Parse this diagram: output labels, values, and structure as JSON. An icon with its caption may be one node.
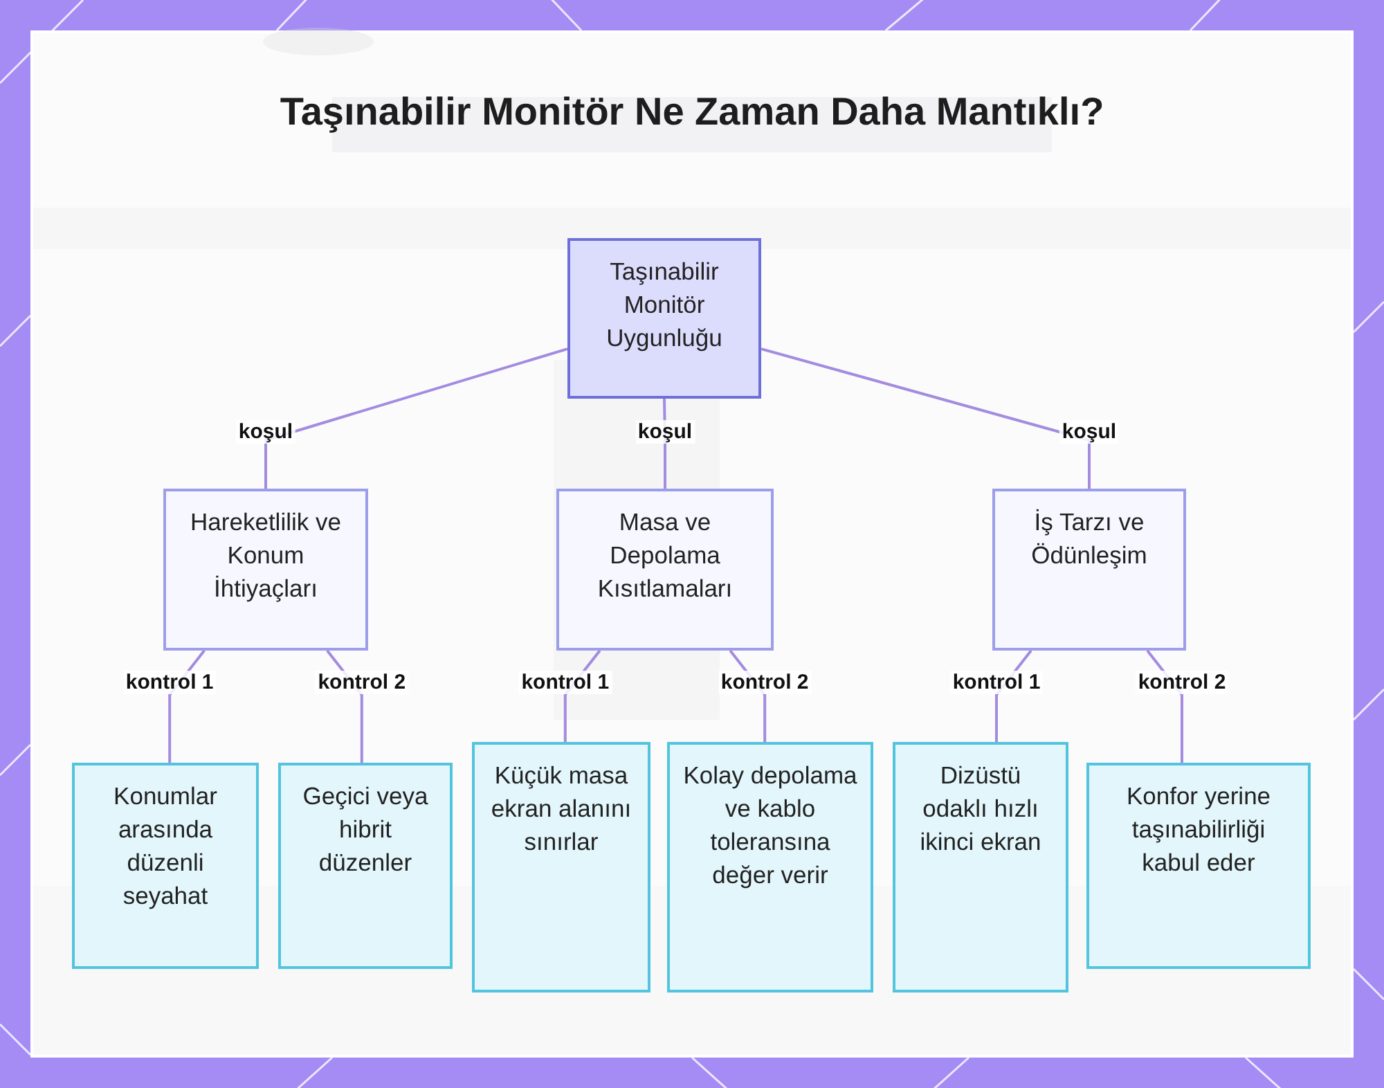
{
  "diagram": {
    "title": "Taşınabilir Monitör Ne Zaman Daha Mantıklı?",
    "nodes": [
      {
        "text": [
          "Taşınabilir Monitör Uygunluğu"
        ]
      },
      {
        "text": [
          "Hareketlilik ve Konum İhtiyaçları"
        ]
      },
      {
        "text": [
          "Masa ve Depolama Kısıtlamaları"
        ]
      },
      {
        "text": [
          "İş Tarzı ve Ödünleşim"
        ]
      },
      {
        "text": [
          "Konumlar arasında düzenli seyahat"
        ]
      },
      {
        "text": [
          "Geçici veya hibrit düzenler"
        ]
      },
      {
        "text": [
          "Küçük masa ekran alanını sınırlar"
        ]
      },
      {
        "text": [
          "Kolay depolama ve kablo toleransına değer verir"
        ]
      },
      {
        "text": [
          "Dizüstü odaklı hızlı ikinci ekran"
        ]
      },
      {
        "text": [
          "Konfor yerine taşınabilirliği kabul eder"
        ]
      }
    ],
    "edges": [
      {
        "from": 0,
        "to": 1,
        "arrow": "none",
        "label": "koşul"
      },
      {
        "from": 0,
        "to": 2,
        "arrow": "none",
        "label": "koşul"
      },
      {
        "from": 0,
        "to": 3,
        "arrow": "none",
        "label": "koşul"
      },
      {
        "from": 1,
        "to": 4,
        "arrow": "none",
        "label": "kontrol 1"
      },
      {
        "from": 1,
        "to": 5,
        "arrow": "none",
        "label": "kontrol 2"
      },
      {
        "from": 2,
        "to": 6,
        "arrow": "none",
        "label": "kontrol 1"
      },
      {
        "from": 2,
        "to": 7,
        "arrow": "none",
        "label": "kontrol 2"
      },
      {
        "from": 3,
        "to": 8,
        "arrow": "none",
        "label": "kontrol 1"
      },
      {
        "from": 3,
        "to": 9,
        "arrow": "none",
        "label": "kontrol 2"
      }
    ]
  }
}
